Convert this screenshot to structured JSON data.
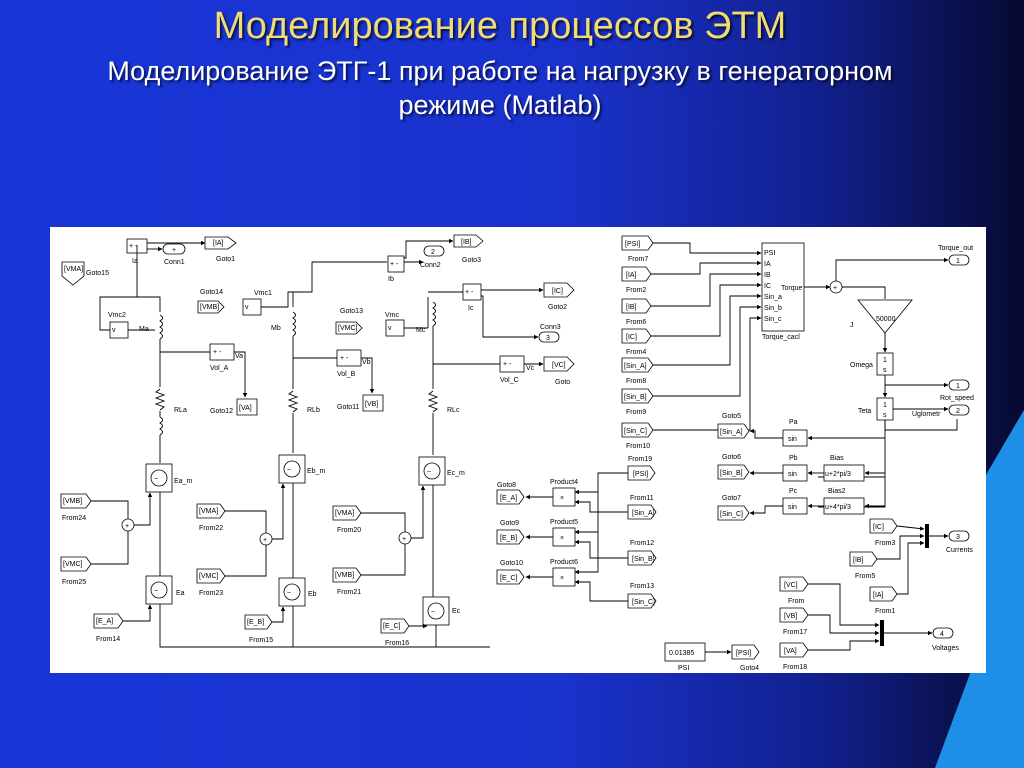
{
  "slide": {
    "title": "Моделирование процессов ЭТМ",
    "subtitle": "Моделирование ЭТГ-1 при работе на нагрузку в генераторном режиме (Matlab)"
  },
  "colors": {
    "title": "#f0dc73",
    "background": "#1a32cc",
    "accent": "#1e8fe8"
  },
  "diagram": {
    "phaseA": {
      "goto": "Goto15",
      "vm_name": "Vmc2",
      "m_label": "Ma",
      "rl": "RLa",
      "em": "Ea_m",
      "e": "Ea",
      "amm_name": "Ia",
      "conn": "Conn1",
      "goto_i": "Goto1",
      "tag_i": "[IA]",
      "vol": "Vol_A",
      "vol_out": "Va",
      "goto_v": "Goto12",
      "tag_v": "[VA]",
      "vm_tag": "[VMA]",
      "goto_vm": "Goto14",
      "vm_in": "[VMB]"
    },
    "phaseB": {
      "vm_name": "Vmc1",
      "m_label": "Mb",
      "rl": "RLb",
      "em": "Eb_m",
      "e": "Eb",
      "amm_name": "Ib",
      "conn": "Conn2",
      "goto_i": "Goto3",
      "tag_i": "[IB]",
      "vol": "Vol_B",
      "vol_out": "Vb",
      "goto_v": "Goto11",
      "tag_v": "[VB]",
      "goto_vm": "Goto13",
      "vm_in": "[VMC]",
      "vm_label": "Vmc"
    },
    "phaseC": {
      "m_label": "Mc",
      "rl": "RLc",
      "em": "Ec_m",
      "e": "Ec",
      "amm_name": "Ic",
      "goto_i": "Goto2",
      "tag_i": "[IC]",
      "conn": "Conn3",
      "vol": "Vol_C",
      "vol_out": "Vc",
      "goto_v": "Goto",
      "tag_v": "[VC]"
    },
    "froms_left": [
      {
        "tag": "[VMB]",
        "name": "From24"
      },
      {
        "tag": "[VMC]",
        "name": "From25"
      },
      {
        "tag": "[E_A]",
        "name": "From14"
      },
      {
        "tag": "[VMA]",
        "name": "From22"
      },
      {
        "tag": "[VMC]",
        "name": "From23"
      },
      {
        "tag": "[E_B]",
        "name": "From15"
      },
      {
        "tag": "[VMA]",
        "name": "From20"
      },
      {
        "tag": "[VMB]",
        "name": "From21"
      },
      {
        "tag": "[E_C]",
        "name": "From16"
      }
    ],
    "products": [
      {
        "goto": "Goto8",
        "tag": "[E_A]",
        "name": "Product4",
        "psi": "[PSI]",
        "psi_from": "From19",
        "sin": "[Sin_A]",
        "sin_from": "From11"
      },
      {
        "goto": "Goto9",
        "tag": "[E_B]",
        "name": "Product5",
        "sin": "[Sin_B]",
        "sin_from": "From12"
      },
      {
        "goto": "Goto10",
        "tag": "[E_C]",
        "name": "Product6",
        "sin": "[Sin_C]",
        "sin_from": "From13"
      }
    ],
    "torque_inputs": [
      {
        "tag": "[PSI]",
        "name": "From7"
      },
      {
        "tag": "[IA]",
        "name": "From2"
      },
      {
        "tag": "[IB]",
        "name": "From6"
      },
      {
        "tag": "[IC]",
        "name": "From4"
      },
      {
        "tag": "[Sin_A]",
        "name": "From8"
      },
      {
        "tag": "[Sin_B]",
        "name": "From9"
      },
      {
        "tag": "[Sin_C]",
        "name": "From10"
      }
    ],
    "torque_block": {
      "name": "Torque_cacl",
      "ports": [
        "PSI",
        "IA",
        "IB",
        "IC",
        "Sin_a",
        "Sin_b",
        "Sin_c"
      ],
      "out": "Torque"
    },
    "torque_out": {
      "label": "Torque_out",
      "port": "1"
    },
    "gain": {
      "value": "50000",
      "name": "J"
    },
    "omega": "Omega",
    "teta": "Teta",
    "integ_num": "1",
    "integ_den": "s",
    "rot_speed": {
      "label": "Rot_speed",
      "port": "1"
    },
    "uglometr": {
      "label": "Uglometr",
      "port": "2"
    },
    "sin_blocks": [
      {
        "goto": "Goto5",
        "tag": "[Sin_A]",
        "name": "Pa",
        "fn": "sin"
      },
      {
        "goto": "Goto6",
        "tag": "[Sin_B]",
        "name": "Pb",
        "fn": "sin",
        "bias_name": "Bias",
        "bias": "u+2*pi/3"
      },
      {
        "goto": "Goto7",
        "tag": "[Sin_C]",
        "name": "Pc",
        "fn": "sin",
        "bias_name": "Bias2",
        "bias": "u+4*pi/3"
      }
    ],
    "currents": {
      "label": "Currents",
      "port": "3",
      "inputs": [
        {
          "tag": "[IC]",
          "name": "From3"
        },
        {
          "tag": "[IB]",
          "name": "From5"
        },
        {
          "tag": "[IA]",
          "name": "From1"
        }
      ]
    },
    "voltages": {
      "label": "Voltages",
      "port": "4",
      "inputs": [
        {
          "tag": "[VC]",
          "name": "From"
        },
        {
          "tag": "[VB]",
          "name": "From17"
        },
        {
          "tag": "[VA]",
          "name": "From18"
        }
      ]
    },
    "psi_const": {
      "value": "0.01385",
      "name": "PSI",
      "goto": "Goto4",
      "tag": "[PSI]"
    },
    "signs": {
      "plus": "+",
      "minus": "-",
      "pm": "+ -",
      "v": "v"
    }
  }
}
